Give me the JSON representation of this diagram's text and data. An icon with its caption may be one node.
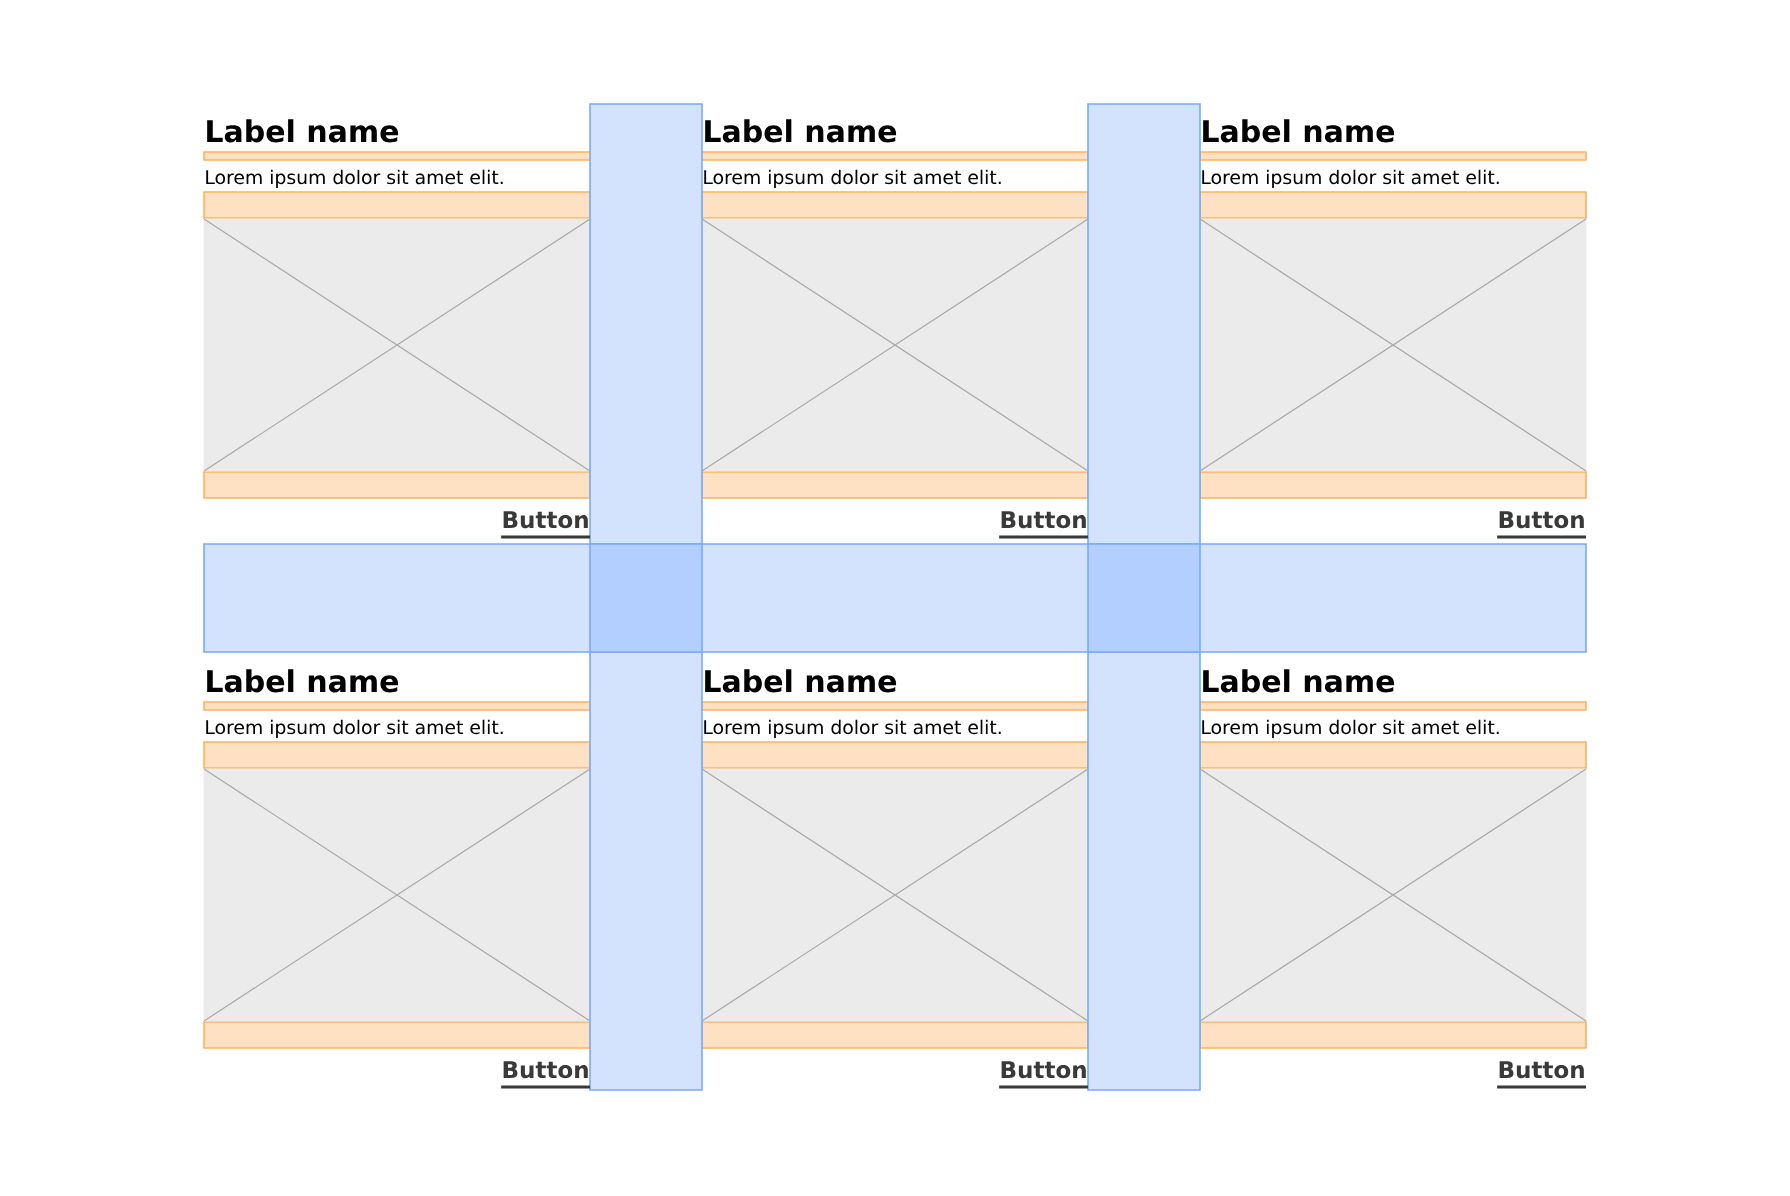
{
  "diagram": {
    "labels": [
      "Label name",
      "Label name",
      "Label name",
      "Lorem ipsum dolor sit amet elit.",
      "Lorem ipsum dolor sit amet elit.",
      "Lorem ipsum dolor sit amet elit.",
      "Button",
      "Button",
      "Button",
      "Label name",
      "Label name",
      "Label name",
      "Lorem ipsum dolor sit amet elit.",
      "Lorem ipsum dolor sit amet elit.",
      "Lorem ipsum dolor sit amet elit.",
      "Button",
      "Button",
      "Button"
    ]
  }
}
